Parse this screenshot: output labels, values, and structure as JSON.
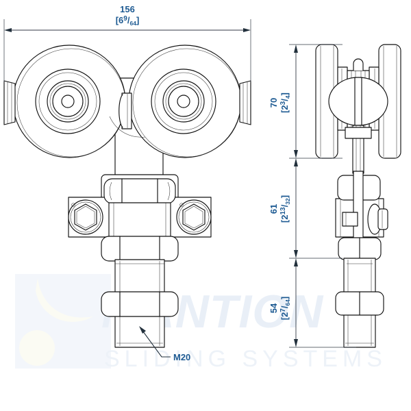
{
  "document": {
    "type": "technical-drawing",
    "title": "Sliding door roller trolley dimensioned drawing",
    "views": [
      "front-elevation",
      "side-elevation"
    ]
  },
  "dimensions": {
    "width_overall": {
      "metric": "156",
      "imperial_open": "[6",
      "imperial_num": "9",
      "imperial_den": "64",
      "imperial_close": "]",
      "imperial_full": "[6 9/64]",
      "orientation": "horizontal",
      "position": "top"
    },
    "height_wheel": {
      "metric": "70",
      "imperial_open": "[2",
      "imperial_num": "3",
      "imperial_den": "4",
      "imperial_close": "]",
      "imperial_full": "[2 3/4]",
      "orientation": "vertical",
      "position": "right-upper"
    },
    "height_body": {
      "metric": "61",
      "imperial_open": "[2",
      "imperial_num": "13",
      "imperial_den": "32",
      "imperial_close": "]",
      "imperial_full": "[2 13/32]",
      "orientation": "vertical",
      "position": "right-middle"
    },
    "height_stud": {
      "metric": "54",
      "imperial_open": "[2",
      "imperial_num": "7",
      "imperial_den": "64",
      "imperial_close": "]",
      "imperial_full": "[2 7/64]",
      "orientation": "vertical",
      "position": "right-lower"
    }
  },
  "annotations": {
    "thread_callout": {
      "label": "M20",
      "target": "threaded-stud"
    }
  },
  "watermark": {
    "brand": "MANTION",
    "tagline": "SLIDING SYSTEMS",
    "brand_color": "#e9eff7",
    "tagline_color": "#edf2f8",
    "panel_color": "#f3f6fb"
  },
  "colors": {
    "dimension_text": "#1d5a92",
    "line": "#111111",
    "dimension_line": "#333a44",
    "background": "#ffffff"
  }
}
